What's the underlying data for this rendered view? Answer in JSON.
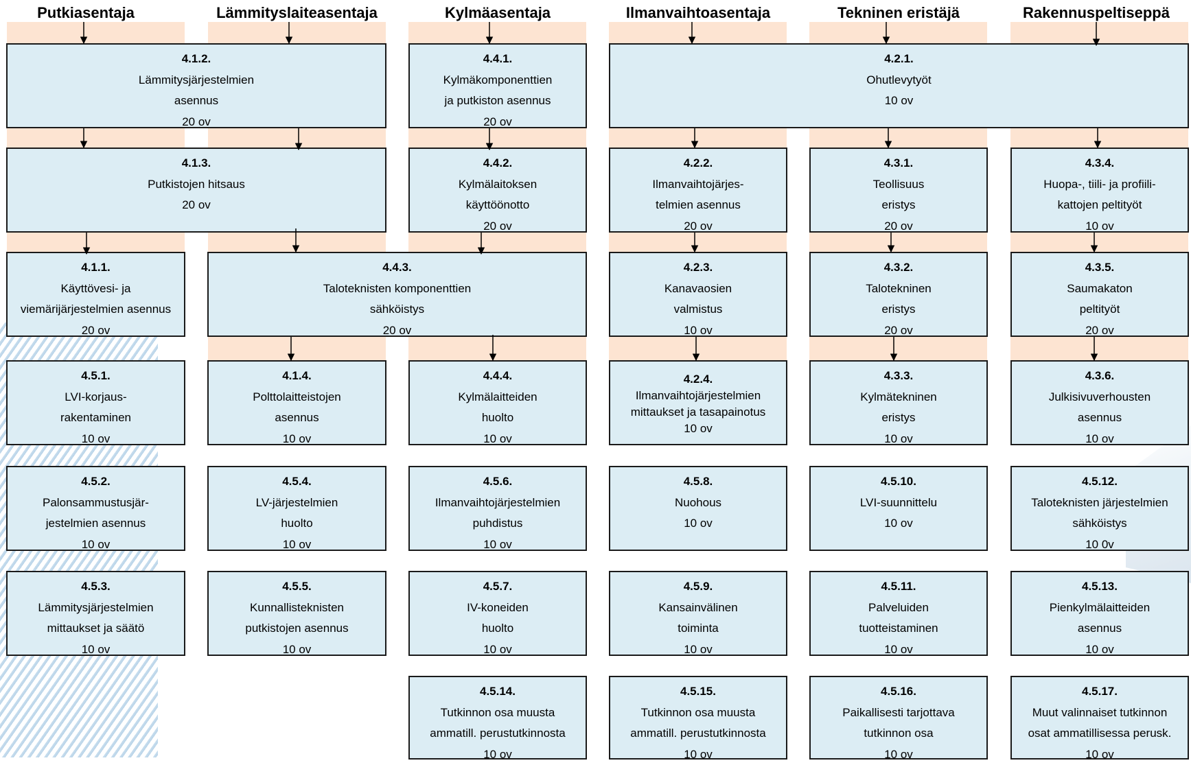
{
  "headers": [
    "Putkiasentaja",
    "Lämmityslaiteasentaja",
    "Kylmäasentaja",
    "Ilmanvaihtoasentaja",
    "Tekninen eristäjä",
    "Rakennuspeltiseppä"
  ],
  "modules": {
    "m412": {
      "code": "4.1.2.",
      "line1": "Lämmitysjärjestelmien",
      "line2": "asennus",
      "credits": "20 ov"
    },
    "m441": {
      "code": "4.4.1.",
      "line1": "Kylmäkomponenttien",
      "line2": "ja putkiston asennus",
      "credits": "20 ov"
    },
    "m421": {
      "code": "4.2.1.",
      "line1": "Ohutlevytyöt",
      "credits": "10 ov"
    },
    "m413": {
      "code": "4.1.3.",
      "line1": "Putkistojen hitsaus",
      "credits": "20 ov"
    },
    "m442": {
      "code": "4.4.2.",
      "line1": "Kylmälaitoksen",
      "line2": "käyttöönotto",
      "credits": "20 ov"
    },
    "m422": {
      "code": "4.2.2.",
      "line1": "Ilmanvaihtojärjes-",
      "line2": "telmien asennus",
      "credits": "20 ov"
    },
    "m431": {
      "code": "4.3.1.",
      "line1": "Teollisuus",
      "line2": "eristys",
      "credits": "20 ov"
    },
    "m434": {
      "code": "4.3.4.",
      "line1": "Huopa-, tiili- ja profiili-",
      "line2": "kattojen peltityöt",
      "credits": "10 ov"
    },
    "m411": {
      "code": "4.1.1.",
      "line1": "Käyttövesi- ja",
      "line2": "viemärijärjestelmien asennus",
      "credits": "20 ov"
    },
    "m443": {
      "code": "4.4.3.",
      "line1": "Taloteknisten komponenttien",
      "line2": "sähköistys",
      "credits": "20 ov"
    },
    "m423": {
      "code": "4.2.3.",
      "line1": "Kanavaosien",
      "line2": "valmistus",
      "credits": "10 ov"
    },
    "m432": {
      "code": "4.3.2.",
      "line1": "Talotekninen",
      "line2": "eristys",
      "credits": "20 ov"
    },
    "m435": {
      "code": "4.3.5.",
      "line1": "Saumakaton",
      "line2": "peltityöt",
      "credits": "20 ov"
    },
    "m451": {
      "code": "4.5.1.",
      "line1": "LVI-korjaus-",
      "line2": "rakentaminen",
      "credits": "10 ov"
    },
    "m414": {
      "code": "4.1.4.",
      "line1": "Polttolaitteistojen",
      "line2": "asennus",
      "credits": "10 ov"
    },
    "m444": {
      "code": "4.4.4.",
      "line1": "Kylmälaitteiden",
      "line2": "huolto",
      "credits": "10 ov"
    },
    "m424": {
      "code": "4.2.4.",
      "line1": "Ilmanvaihtojärjestelmien",
      "line2": "mittaukset ja tasapainotus",
      "credits": "10 ov"
    },
    "m433": {
      "code": "4.3.3.",
      "line1": "Kylmätekninen",
      "line2": "eristys",
      "credits": "10 ov"
    },
    "m436": {
      "code": "4.3.6.",
      "line1": "Julkisivuverhousten",
      "line2": "asennus",
      "credits": "10 ov"
    },
    "m452": {
      "code": "4.5.2.",
      "line1": "Palonsammustusjär-",
      "line2": "jestelmien asennus",
      "credits": "10 ov"
    },
    "m454": {
      "code": "4.5.4.",
      "line1": "LV-järjestelmien",
      "line2": "huolto",
      "credits": "10 ov"
    },
    "m456": {
      "code": "4.5.6.",
      "line1": "Ilmanvaihtojärjestelmien",
      "line2": "puhdistus",
      "credits": "10 ov"
    },
    "m458": {
      "code": "4.5.8.",
      "line1": "Nuohous",
      "credits": "10 ov"
    },
    "m4510": {
      "code": "4.5.10.",
      "line1": "LVI-suunnittelu",
      "credits": "10 ov"
    },
    "m4512": {
      "code": "4.5.12.",
      "line1": "Taloteknisten järjestelmien",
      "line2": "sähköistys",
      "credits": "10 0v"
    },
    "m453": {
      "code": "4.5.3.",
      "line1": "Lämmitysjärjestelmien",
      "line2": "mittaukset ja säätö",
      "credits": "10 ov"
    },
    "m455": {
      "code": "4.5.5.",
      "line1": "Kunnallisteknisten",
      "line2": "putkistojen asennus",
      "credits": "10 ov"
    },
    "m457": {
      "code": "4.5.7.",
      "line1": "IV-koneiden",
      "line2": "huolto",
      "credits": "10 ov"
    },
    "m459": {
      "code": "4.5.9.",
      "line1": "Kansainvälinen",
      "line2": "toiminta",
      "credits": "10 ov"
    },
    "m4511": {
      "code": "4.5.11.",
      "line1": "Palveluiden",
      "line2": "tuotteistaminen",
      "credits": "10 ov"
    },
    "m4513": {
      "code": "4.5.13.",
      "line1": "Pienkylmälaitteiden",
      "line2": "asennus",
      "credits": "10 ov"
    },
    "m4514": {
      "code": "4.5.14.",
      "line1": "Tutkinnon osa muusta",
      "line2": "ammatill. perustutkinnosta",
      "credits": "10 ov"
    },
    "m4515": {
      "code": "4.5.15.",
      "line1": "Tutkinnon osa muusta",
      "line2": "ammatill. perustutkinnosta",
      "credits": "10 ov"
    },
    "m4516": {
      "code": "4.5.16.",
      "line1": "Paikallisesti tarjottava",
      "line2": "tutkinnon osa",
      "credits": "10 ov"
    },
    "m4517": {
      "code": "4.5.17.",
      "line1": "Muut valinnaiset tutkinnon",
      "line2": "osat ammatillisessa perusk.",
      "credits": "10 ov"
    }
  }
}
